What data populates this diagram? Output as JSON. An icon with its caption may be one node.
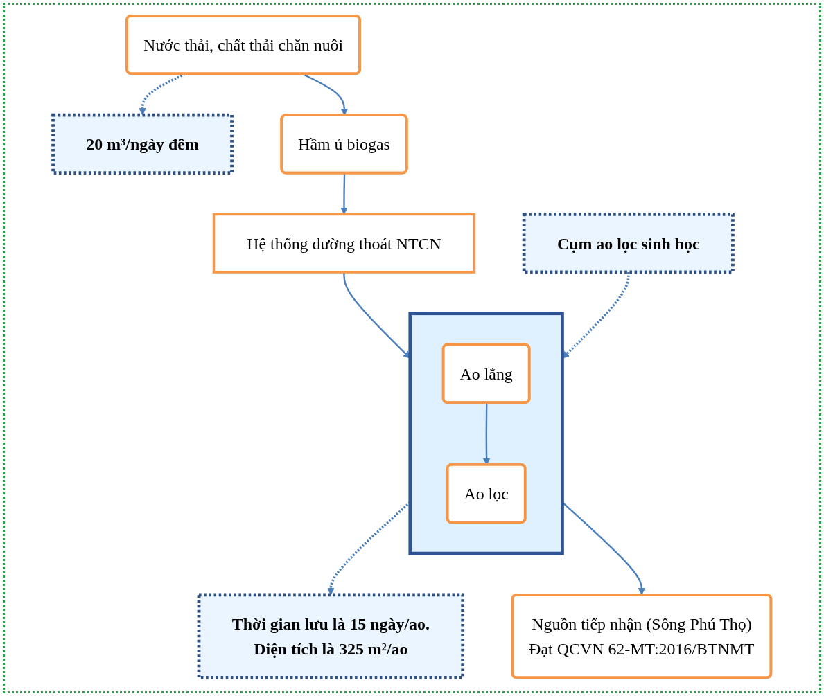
{
  "diagram": {
    "nodes": [
      {
        "text": [
          "Nước thải, chất thải chăn nuôi"
        ]
      },
      {
        "text": [
          "20 m³/ngày đêm"
        ]
      },
      {
        "text": [
          "Hầm ủ biogas"
        ]
      },
      {
        "text": [
          "Hệ thống đường thoát NTCN"
        ]
      },
      {
        "text": [],
        "shape": "box"
      },
      {
        "text": [
          "Ao lắng"
        ],
        "in": 4
      },
      {
        "text": [
          "Ao lọc"
        ],
        "in": 4
      },
      {
        "text": [
          "Cụm ao lọc sinh học"
        ]
      },
      {
        "text": [
          "Thời gian lưu là 15 ngày/ao.",
          "Diện tích là 325 m²/ao"
        ]
      },
      {
        "text": [
          "Nguồn tiếp nhận (Sông Phú Thọ)",
          "Đạt QCVN 62-MT:2016/BTNMT"
        ]
      }
    ],
    "edges": [
      {
        "from": 0,
        "to": 1,
        "arrow": "to",
        "style": "dashed"
      },
      {
        "from": 0,
        "to": 2,
        "arrow": "to"
      },
      {
        "from": 2,
        "to": 3,
        "arrow": "to"
      },
      {
        "from": 3,
        "to": 4,
        "arrow": "to"
      },
      {
        "from": 5,
        "to": 6,
        "arrow": "to"
      },
      {
        "from": 7,
        "to": 4,
        "arrow": "to",
        "style": "dashed"
      },
      {
        "from": 4,
        "to": 8,
        "arrow": "to",
        "style": "dashed"
      },
      {
        "from": 4,
        "to": 9,
        "arrow": "to"
      }
    ]
  }
}
